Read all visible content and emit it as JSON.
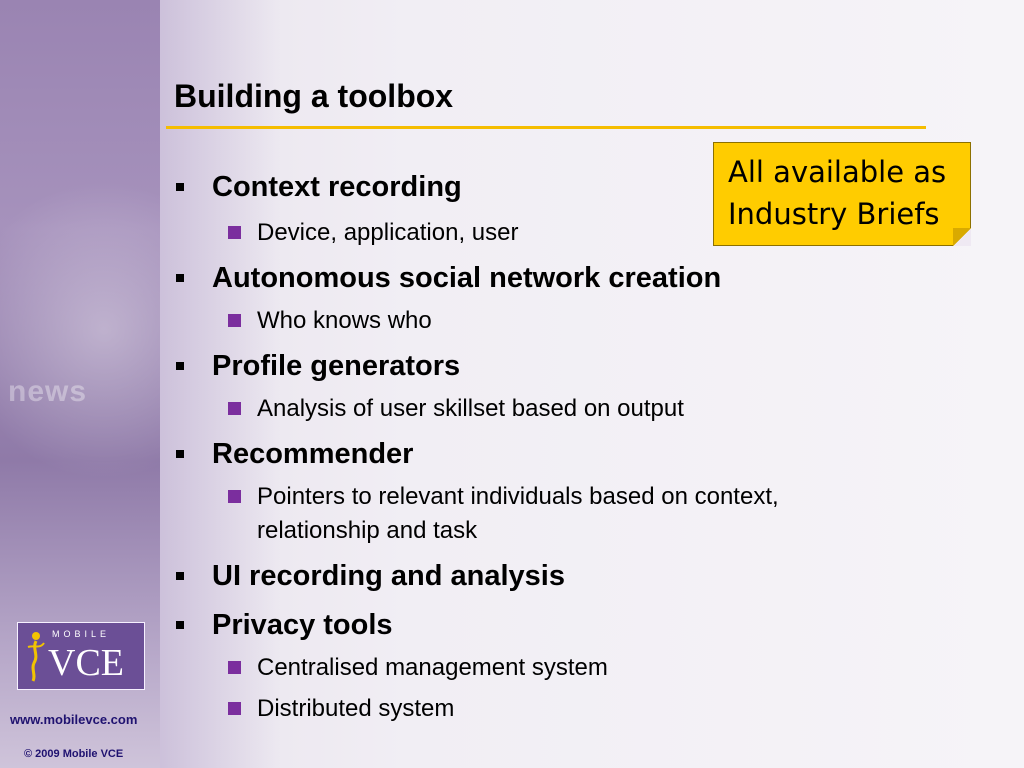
{
  "slide": {
    "title": "Building a toolbox",
    "callout": {
      "line1": "All available as",
      "line2": "Industry Briefs"
    },
    "bullets": [
      {
        "text": "Context recording",
        "sub": [
          "Device, application, user"
        ]
      },
      {
        "text": "Autonomous social network creation",
        "sub": [
          "Who knows who"
        ]
      },
      {
        "text": "Profile generators",
        "sub": [
          "Analysis of user skillset based on output"
        ]
      },
      {
        "text": "Recommender",
        "sub": [
          "Pointers to relevant individuals based on context,",
          "relationship and task"
        ]
      },
      {
        "text": "UI recording and analysis",
        "sub": []
      },
      {
        "text": "Privacy tools",
        "sub": [
          "Centralised management system",
          "Distributed system"
        ]
      }
    ]
  },
  "sidebar": {
    "background_word": "news",
    "logo": {
      "top_text": "MOBILE",
      "main_text": "VCE"
    },
    "website": "www.mobilevce.com",
    "copyright": "© 2009 Mobile VCE"
  },
  "colors": {
    "accent_rule": "#f5bd00",
    "callout_fill": "#ffcc00",
    "sub_bullet": "#7b2e9e",
    "sidebar": "#9a84b2",
    "footer_text": "#1f1270"
  }
}
